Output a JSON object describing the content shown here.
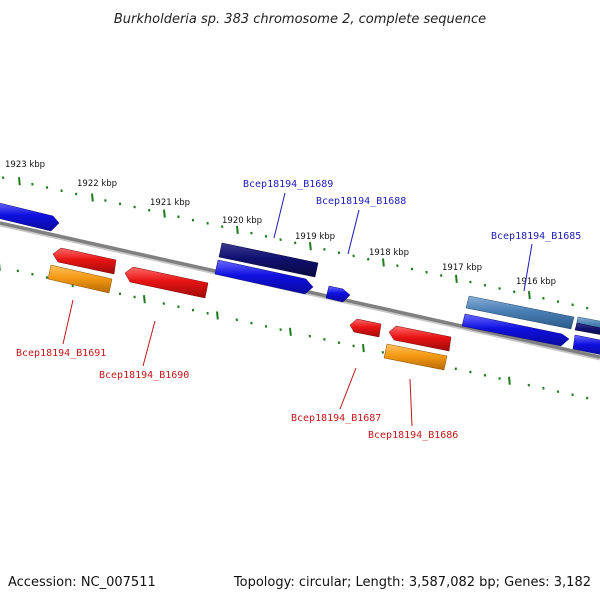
{
  "title": "Burkholderia sp. 383 chromosome 2, complete sequence",
  "footer": {
    "accession": "Accession: NC_007511",
    "summary": "Topology: circular; Length: 3,587,082 bp; Genes: 3,182"
  },
  "colors": {
    "backbone": "#808080",
    "tick": "#1d7a1d",
    "forward_gene": "#1010e0",
    "forward_dark": "#101070",
    "forward_light": "#4a7fb5",
    "reverse_gene": "#e81414",
    "reverse_orange": "#f59a14",
    "label_blue": "#1c1cb4",
    "label_red": "#c01818"
  },
  "kbp_ticks": [
    "1923 kbp",
    "1922 kbp",
    "1921 kbp",
    "1920 kbp",
    "1919 kbp",
    "1918 kbp",
    "1917 kbp",
    "1916 kbp"
  ],
  "gene_labels": {
    "forward": [
      "Bcep18194_B1689",
      "Bcep18194_B1688",
      "Bcep18194_B1685"
    ],
    "reverse": [
      "Bcep18194_B1691",
      "Bcep18194_B1690",
      "Bcep18194_B1687",
      "Bcep18194_B1686"
    ]
  }
}
